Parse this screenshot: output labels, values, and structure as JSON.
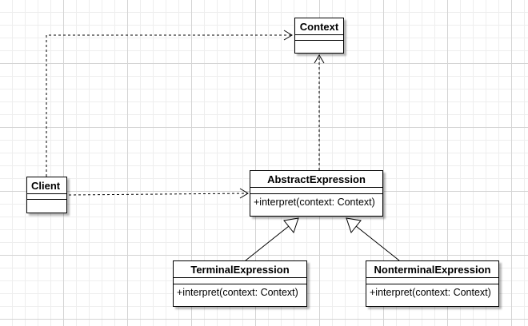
{
  "classes": {
    "context": {
      "name": "Context"
    },
    "client": {
      "name": "Client"
    },
    "abstract_expression": {
      "name": "AbstractExpression",
      "operations": [
        "+interpret(context: Context)"
      ]
    },
    "terminal_expression": {
      "name": "TerminalExpression",
      "operations": [
        "+interpret(context: Context)"
      ]
    },
    "nonterminal_expression": {
      "name": "NonterminalExpression",
      "operations": [
        "+interpret(context: Context)"
      ]
    }
  },
  "relationships": [
    {
      "type": "dependency",
      "from": "Client",
      "to": "Context"
    },
    {
      "type": "dependency",
      "from": "Client",
      "to": "AbstractExpression"
    },
    {
      "type": "dependency",
      "from": "AbstractExpression",
      "to": "Context"
    },
    {
      "type": "generalization",
      "from": "TerminalExpression",
      "to": "AbstractExpression"
    },
    {
      "type": "generalization",
      "from": "NonterminalExpression",
      "to": "AbstractExpression"
    }
  ],
  "colors": {
    "line": "#000000",
    "box_fill": "#ffffff"
  }
}
